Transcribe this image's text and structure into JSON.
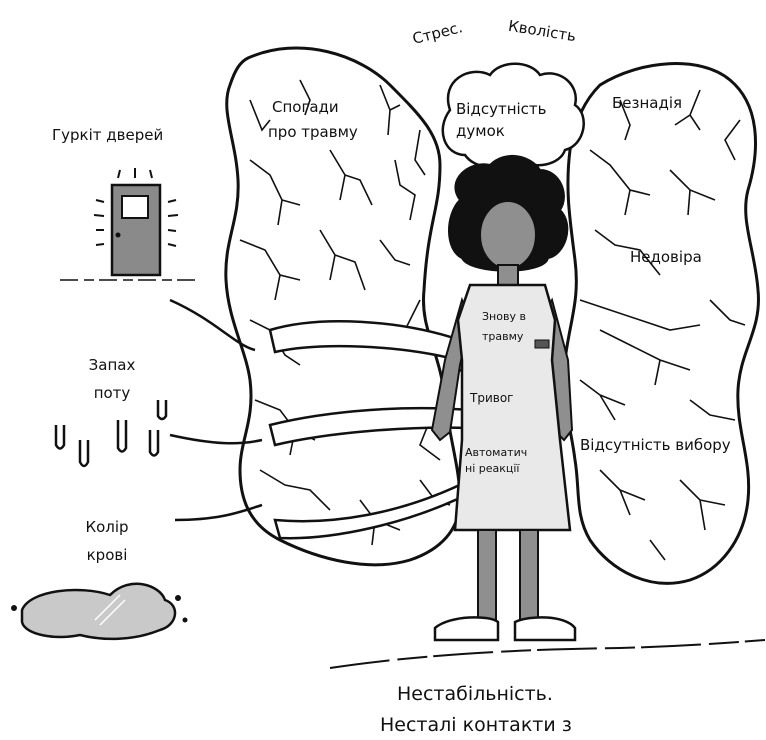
{
  "labels": {
    "stress": "Стрес.",
    "weakness": "Кволість",
    "trauma_memories_1": "Спогади",
    "trauma_memories_2": "про травму",
    "no_thoughts_1": "Відсутність",
    "no_thoughts_2": "думок",
    "hopelessness": "Безнадія",
    "distrust": "Недовіра",
    "no_choice": "Відсутність вибору",
    "door_slam": "Гуркіт дверей",
    "sweat_smell_1": "Запах",
    "sweat_smell_2": "поту",
    "blood_color_1": "Колір",
    "blood_color_2": "крові",
    "retrauma_1": "Знову в",
    "retrauma_2": "травму",
    "anxiety": "Тривог",
    "auto_reactions_1": "Автоматич",
    "auto_reactions_2": "ні реакції",
    "instability": "Нестабільність.",
    "unstable_contacts": "Несталі контакти з"
  },
  "colors": {
    "ink": "#111111",
    "paper": "#ffffff",
    "door_gray": "#8a8a8a",
    "dress_gray": "#e9e9e9",
    "skin_gray": "#8f8f8f",
    "puddle_gray": "#c9c9c9"
  },
  "icons": [
    "door-icon",
    "sweat-drips-icon",
    "blood-puddle-icon",
    "thought-cloud-icon",
    "person-figure-icon"
  ]
}
